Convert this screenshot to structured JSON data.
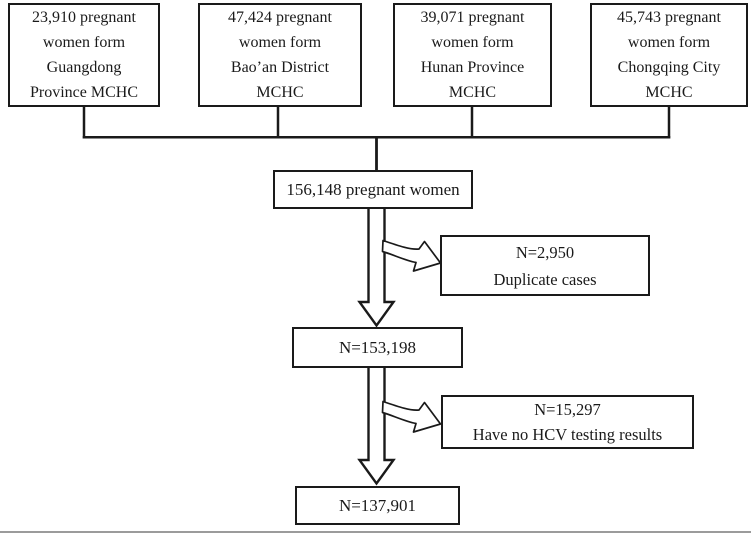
{
  "colors": {
    "line": "#1a1a1a",
    "box_background": "#ffffff",
    "page_background": "#ffffff",
    "bottom_rule": "#9b9b9b"
  },
  "flow": {
    "sources": [
      {
        "text": "23,910 pregnant\nwomen form\nGuangdong\nProvince MCHC"
      },
      {
        "text": "47,424 pregnant\nwomen form\nBao’an District\nMCHC"
      },
      {
        "text": "39,071 pregnant\nwomen form\nHunan Province\nMCHC"
      },
      {
        "text": "45,743 pregnant\nwomen form\nChongqing City\nMCHC"
      }
    ],
    "pooled": {
      "text": "156,148 pregnant women"
    },
    "exclusions": [
      {
        "text": "N=2,950\nDuplicate cases"
      },
      {
        "text": "N=15,297\nHave no HCV testing results"
      }
    ],
    "after_duplicates_removed": {
      "text": "N=153,198"
    },
    "final_sample": {
      "text": "N=137,901"
    }
  }
}
